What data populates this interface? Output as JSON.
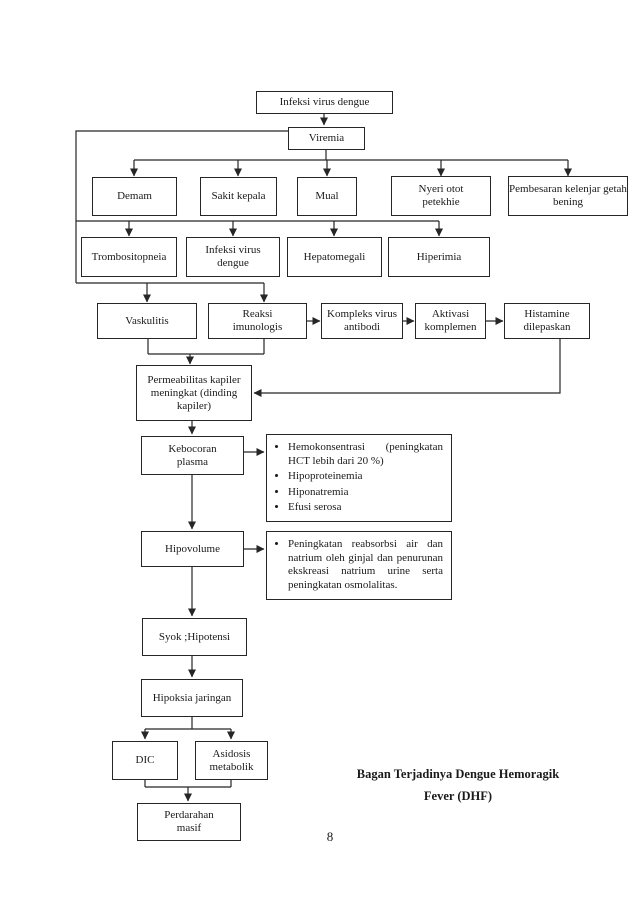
{
  "diagram": {
    "nodes": {
      "infeksi_virus_dengue": "Infeksi virus dengue",
      "viremia": "Viremia",
      "demam": "Demam",
      "sakit_kepala": "Sakit kepala",
      "mual": "Mual",
      "nyeri_otot_petekhie": "Nyeri otot petekhie",
      "pembesaran_kelenjar": "Pembesaran kelenjar getah bening",
      "trombositopneia": "Trombositopneia",
      "infeksi_virus_dengue_2": "Infeksi virus dengue",
      "hepatomegali": "Hepatomegali",
      "hiperimia": "Hiperimia",
      "vaskulitis": "Vaskulitis",
      "reaksi_imunologis": "Reaksi imunologis",
      "kompleks_virus_antibodi": "Kompleks virus antibodi",
      "aktivasi_komplemen": "Aktivasi komplemen",
      "histamine_dilepaskan": "Histamine dilepaskan",
      "permeabilitas_kapiler": "Permeabilitas kapiler meningkat (dinding kapiler)",
      "kebocoran_plasma": "Kebocoran plasma",
      "hipovolume": "Hipovolume",
      "syok_hipotensi": "Syok ;Hipotensi",
      "hipoksia_jaringan": "Hipoksia jaringan",
      "dic": "DIC",
      "asidosis_metabolik": "Asidosis metabolik",
      "perdarahan_masif": "Perdarahan masif"
    },
    "callouts": {
      "kebocoran_effects": [
        "Hemokonsentrasi (peningkatan HCT lebih dari 20 %)",
        "Hipoproteinemia",
        "Hiponatremia",
        "Efusi serosa"
      ],
      "hipovolume_effects": [
        "Peningkatan reabsorbsi air dan natrium oleh ginjal dan penurunan ekskreasi natrium urine serta peningkatan osmolalitas."
      ]
    }
  },
  "caption": {
    "line1": "Bagan Terjadinya Dengue Hemoragik",
    "line2": "Fever (DHF)"
  },
  "page_number": "8",
  "colors": {
    "line": "#262626",
    "text": "#1a1a1a",
    "background": "#ffffff"
  }
}
